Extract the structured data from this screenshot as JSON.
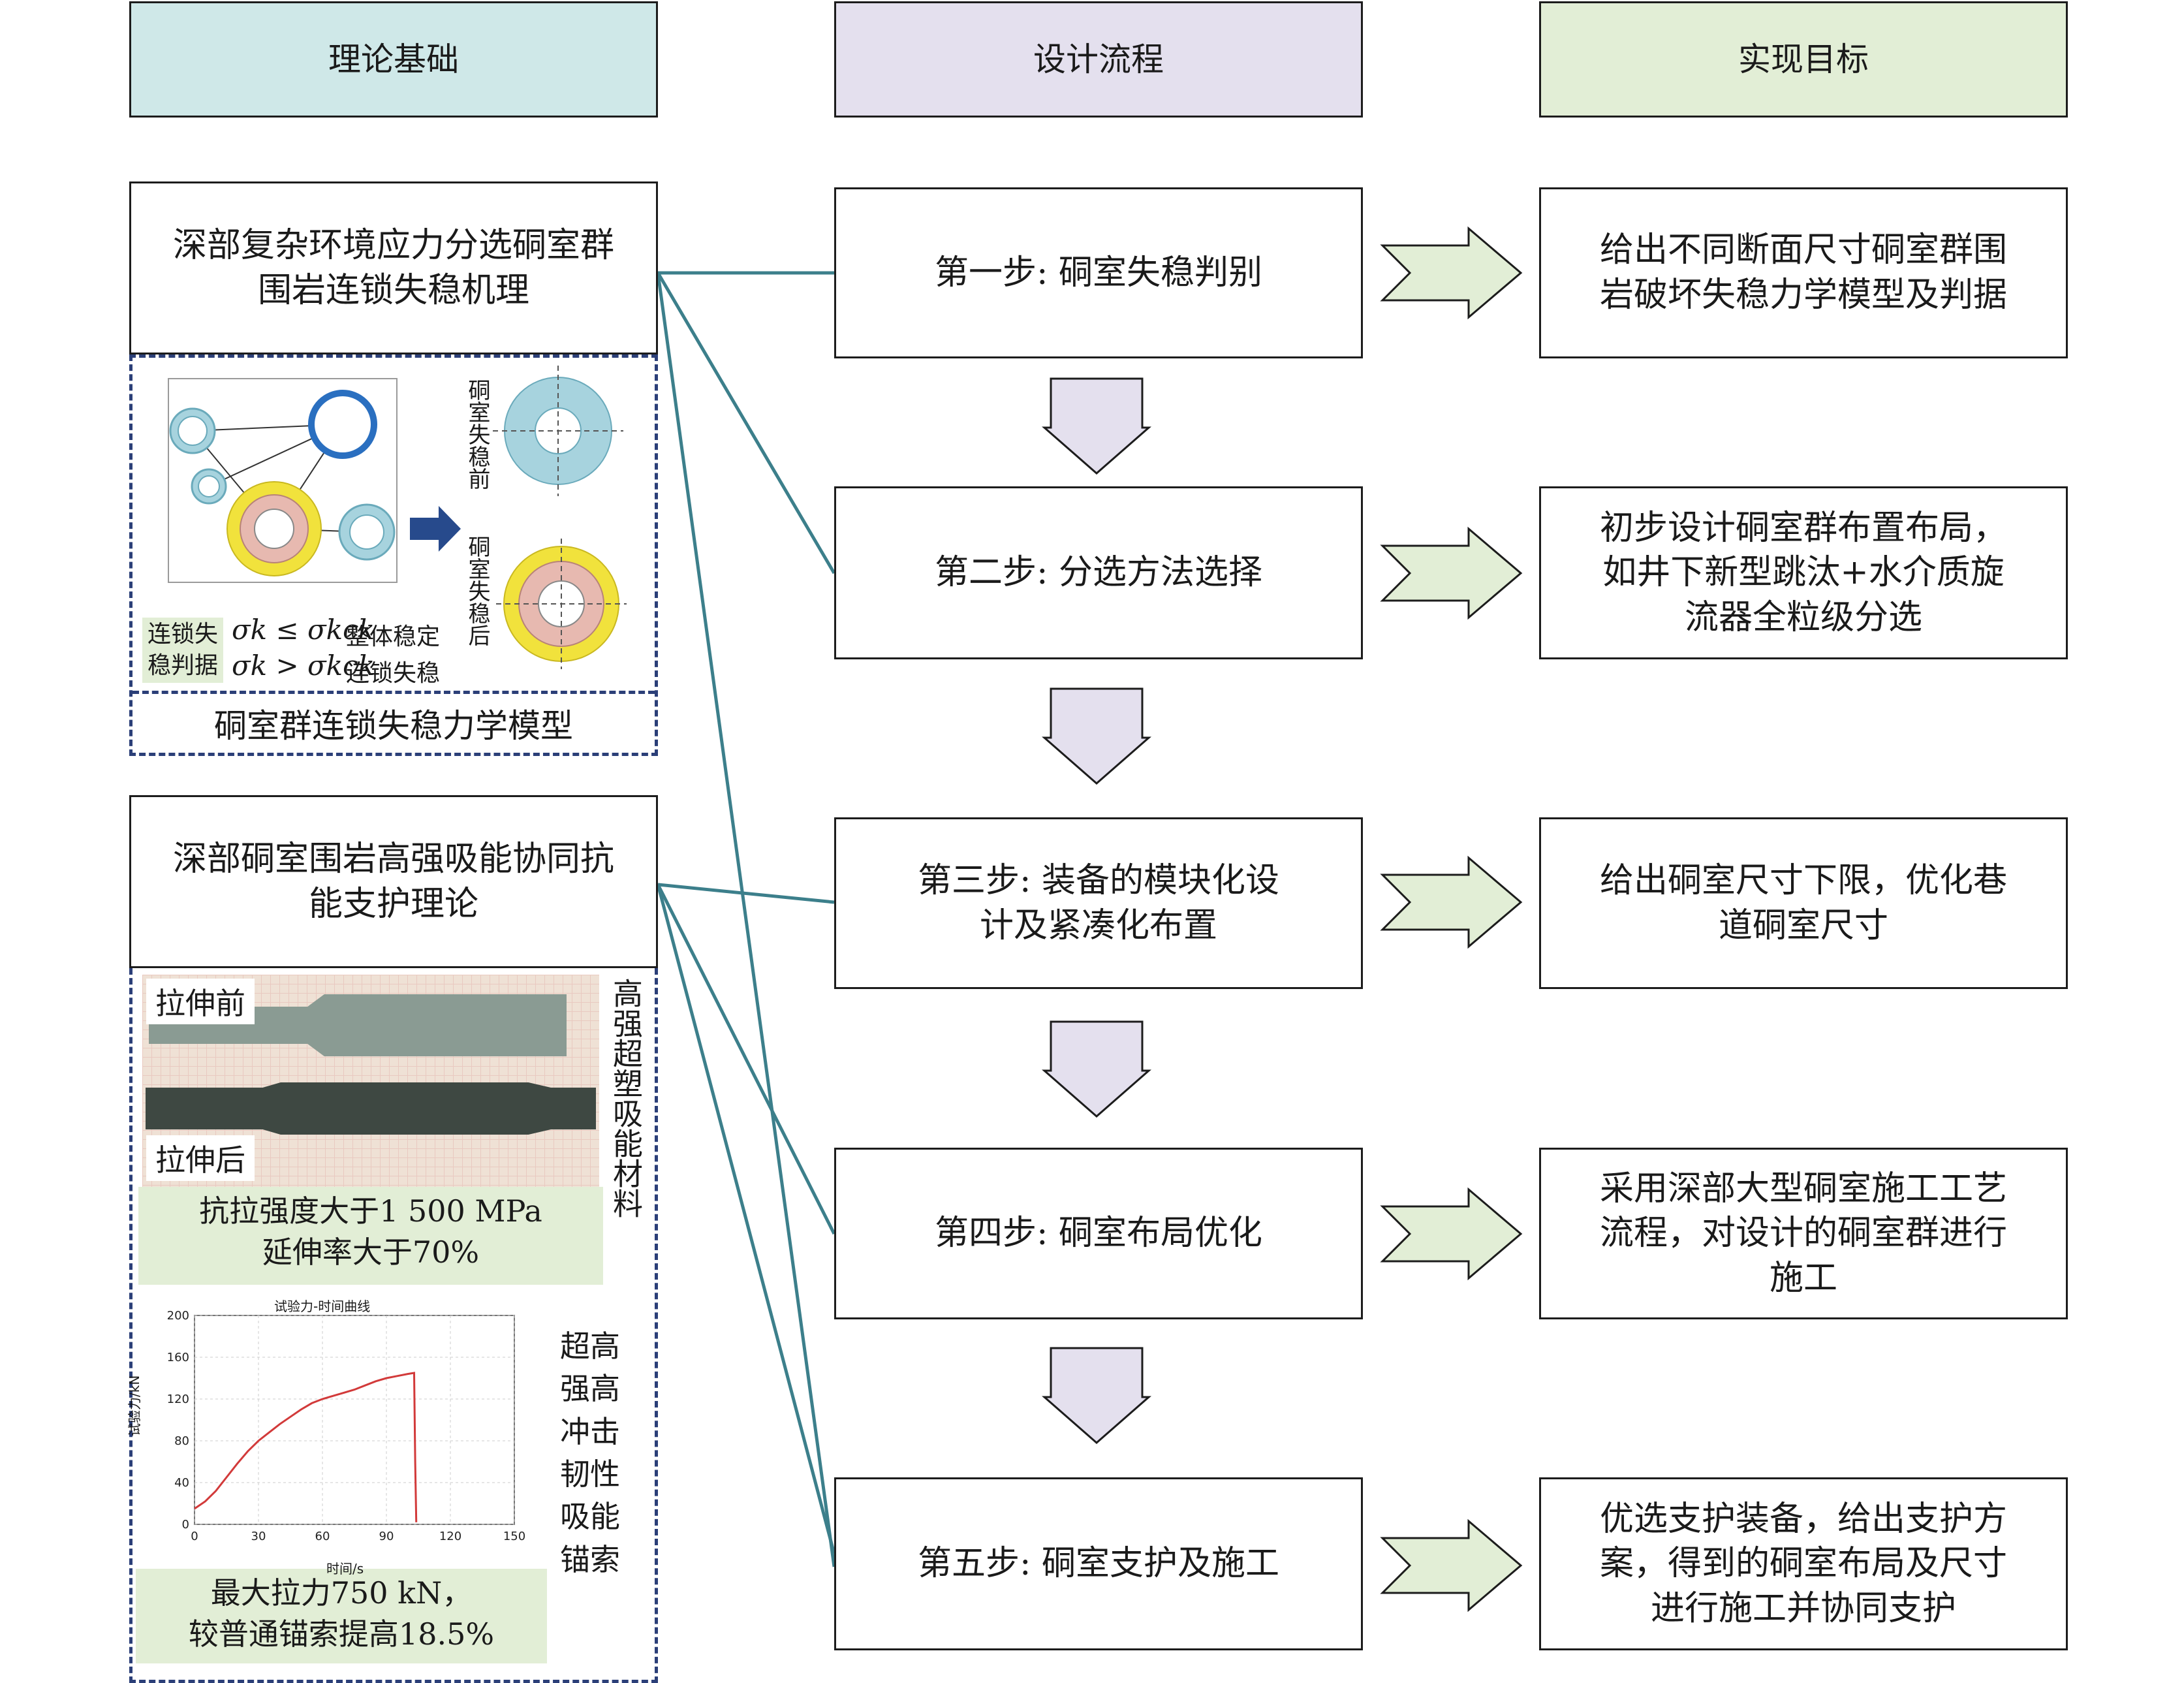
{
  "headers": {
    "theory": "理论基础",
    "design": "设计流程",
    "goal": "实现目标"
  },
  "theory": {
    "mechanism": "深部复杂环境应力分选硐室群围岩连锁失稳机理",
    "model_caption": "硐室群连锁失稳力学模型",
    "model_criterion_label": "连锁失稳判据",
    "model_rule1_cond": "σk ≤ σkck",
    "model_rule1_text": "整体稳定",
    "model_rule2_cond": "σk > σkck",
    "model_rule2_text": "连锁失稳",
    "model_before": "硐室失稳前",
    "model_after": "硐室失稳后",
    "support_theory": "深部硐室围岩高强吸能协同抗能支护理论",
    "material_label": "高强超塑吸能材料",
    "before_stretch": "拉伸前",
    "after_stretch": "拉伸后",
    "material_stat1": "抗拉强度大于1 500 MPa",
    "material_stat2": "延伸率大于70%",
    "cable_label": "超高强高冲击韧性吸能锚索",
    "cable_stat1": "最大拉力750 kN，",
    "cable_stat2": "较普通锚索提高18.5%"
  },
  "steps": [
    {
      "label": "第一步: 硐室失稳判别"
    },
    {
      "label": "第二步: 分选方法选择"
    },
    {
      "label": "第三步: 装备的模块化设计及紧凑化布置"
    },
    {
      "label": "第四步: 硐室布局优化"
    },
    {
      "label": "第五步: 硐室支护及施工"
    }
  ],
  "goals": [
    {
      "label": "给出不同断面尺寸硐室群围岩破坏失稳力学模型及判据"
    },
    {
      "label": "初步设计硐室群布置布局，如井下新型跳汰+水介质旋流器全粒级分选"
    },
    {
      "label": "给出硐室尺寸下限，优化巷道硐室尺寸"
    },
    {
      "label": "采用深部大型硐室施工工艺流程，对设计的硐室群进行施工"
    },
    {
      "label": "优选支护装备，给出支护方案，得到的硐室布局及尺寸进行施工并协同支护"
    }
  ],
  "chart_data": {
    "type": "line",
    "title": "试验力-时间曲线",
    "xlabel": "时间/s",
    "ylabel": "试验力/kN",
    "xlim": [
      0,
      150
    ],
    "ylim": [
      0,
      200
    ],
    "xticks": [
      0,
      30,
      60,
      90,
      120,
      150
    ],
    "yticks": [
      0,
      40,
      80,
      120,
      160,
      200
    ],
    "grid": true,
    "series": [
      {
        "color": "#d23a3a",
        "x": [
          0,
          5,
          10,
          15,
          20,
          25,
          30,
          35,
          40,
          45,
          50,
          55,
          60,
          65,
          70,
          75,
          80,
          85,
          90,
          95,
          100,
          103,
          103.5,
          104
        ],
        "y": [
          15,
          22,
          32,
          45,
          58,
          70,
          80,
          88,
          96,
          103,
          110,
          116,
          120,
          123,
          126,
          129,
          133,
          137,
          140,
          142,
          144,
          145,
          60,
          2
        ]
      }
    ]
  },
  "colors": {
    "header_theory": "#cfe8e8",
    "header_design": "#e4e0ee",
    "header_goal": "#e2eed6",
    "connector": "#3c7f8b",
    "down_arrow": "#e4e0ee",
    "right_arrow": "#e2eed6",
    "dashed": "#2b3f78",
    "chamber_blue": "#a7d3de",
    "chamber_yellow": "#f1e23c",
    "chamber_pink": "#e7b9b0"
  },
  "icons": {
    "down_arrow": "down-arrow-icon",
    "right_arrow": "right-arrow-icon",
    "model_arrow": "right-arrow-icon"
  }
}
